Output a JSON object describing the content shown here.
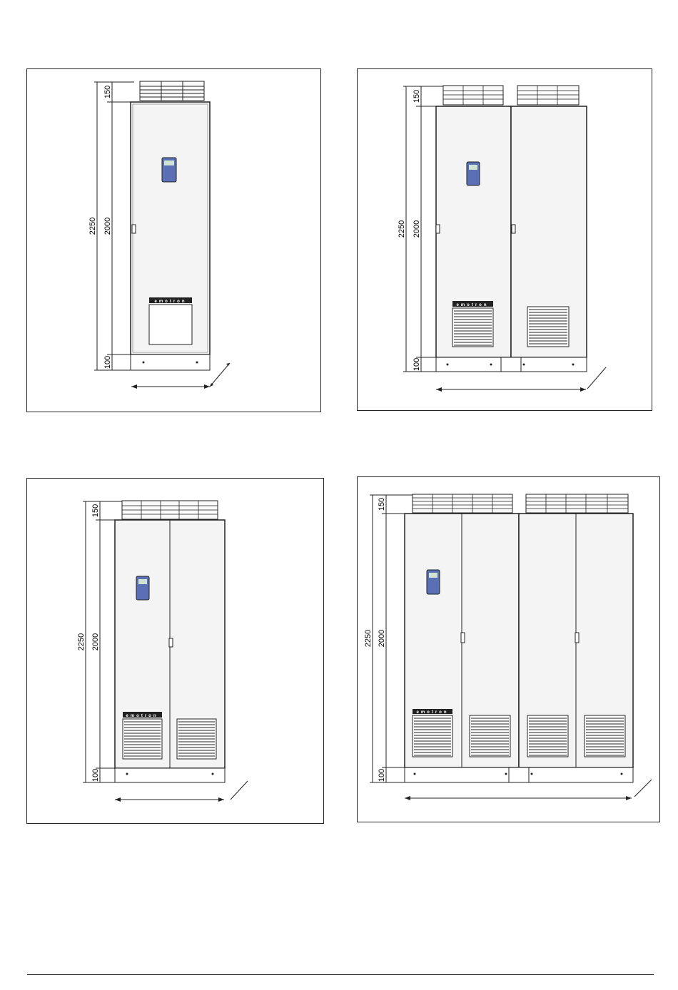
{
  "drawings": [
    {
      "id": "single-cabinet",
      "dims": {
        "total": "2250",
        "cabinet": "2000",
        "top": "150",
        "base": "100"
      },
      "brand": "emotron"
    },
    {
      "id": "double-cabinet-separate",
      "dims": {
        "total": "2250",
        "cabinet": "2000",
        "top": "150",
        "base": "100"
      },
      "brand": "emotron"
    },
    {
      "id": "double-door-cabinet",
      "dims": {
        "total": "2250",
        "cabinet": "2000",
        "top": "150",
        "base": "100"
      },
      "brand": "emotron"
    },
    {
      "id": "quad-cabinet",
      "dims": {
        "total": "2250",
        "cabinet": "2000",
        "top": "150",
        "base": "100"
      },
      "brand": "emotron"
    }
  ],
  "colors": {
    "line": "#222222",
    "cabinet_fill": "#f4f4f4",
    "keypad_blue": "#5b6fb5",
    "brand_band": "#222222"
  }
}
